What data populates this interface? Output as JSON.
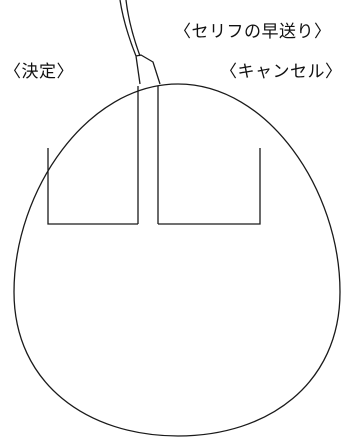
{
  "labels": {
    "fast_forward": "〈セリフの早送り〉",
    "decide": "〈決定〉",
    "cancel": "〈キャンセル〉"
  },
  "colors": {
    "stroke": "#1a1a1a",
    "background": "#ffffff"
  }
}
